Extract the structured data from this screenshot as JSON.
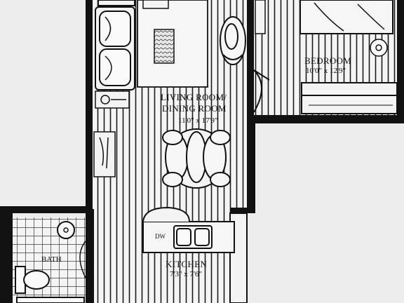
{
  "colors": {
    "paper": "#ededed",
    "wall": "#111111",
    "floor": "#f4f4f4",
    "line": "#1a1a1a"
  },
  "rooms": {
    "living": {
      "name_line1": "LIVING ROOM/",
      "name_line2": "DINING ROOM",
      "dimensions": "11'0\" x 17'9\""
    },
    "bedroom": {
      "name": "BEDROOM",
      "dimensions": "10'0\" x 12'9\""
    },
    "kitchen": {
      "name": "KITCHEN",
      "dimensions": "7'3\" x 7'6\""
    },
    "bath": {
      "name": "BATH"
    }
  },
  "fixtures": {
    "dishwasher": "DW"
  }
}
